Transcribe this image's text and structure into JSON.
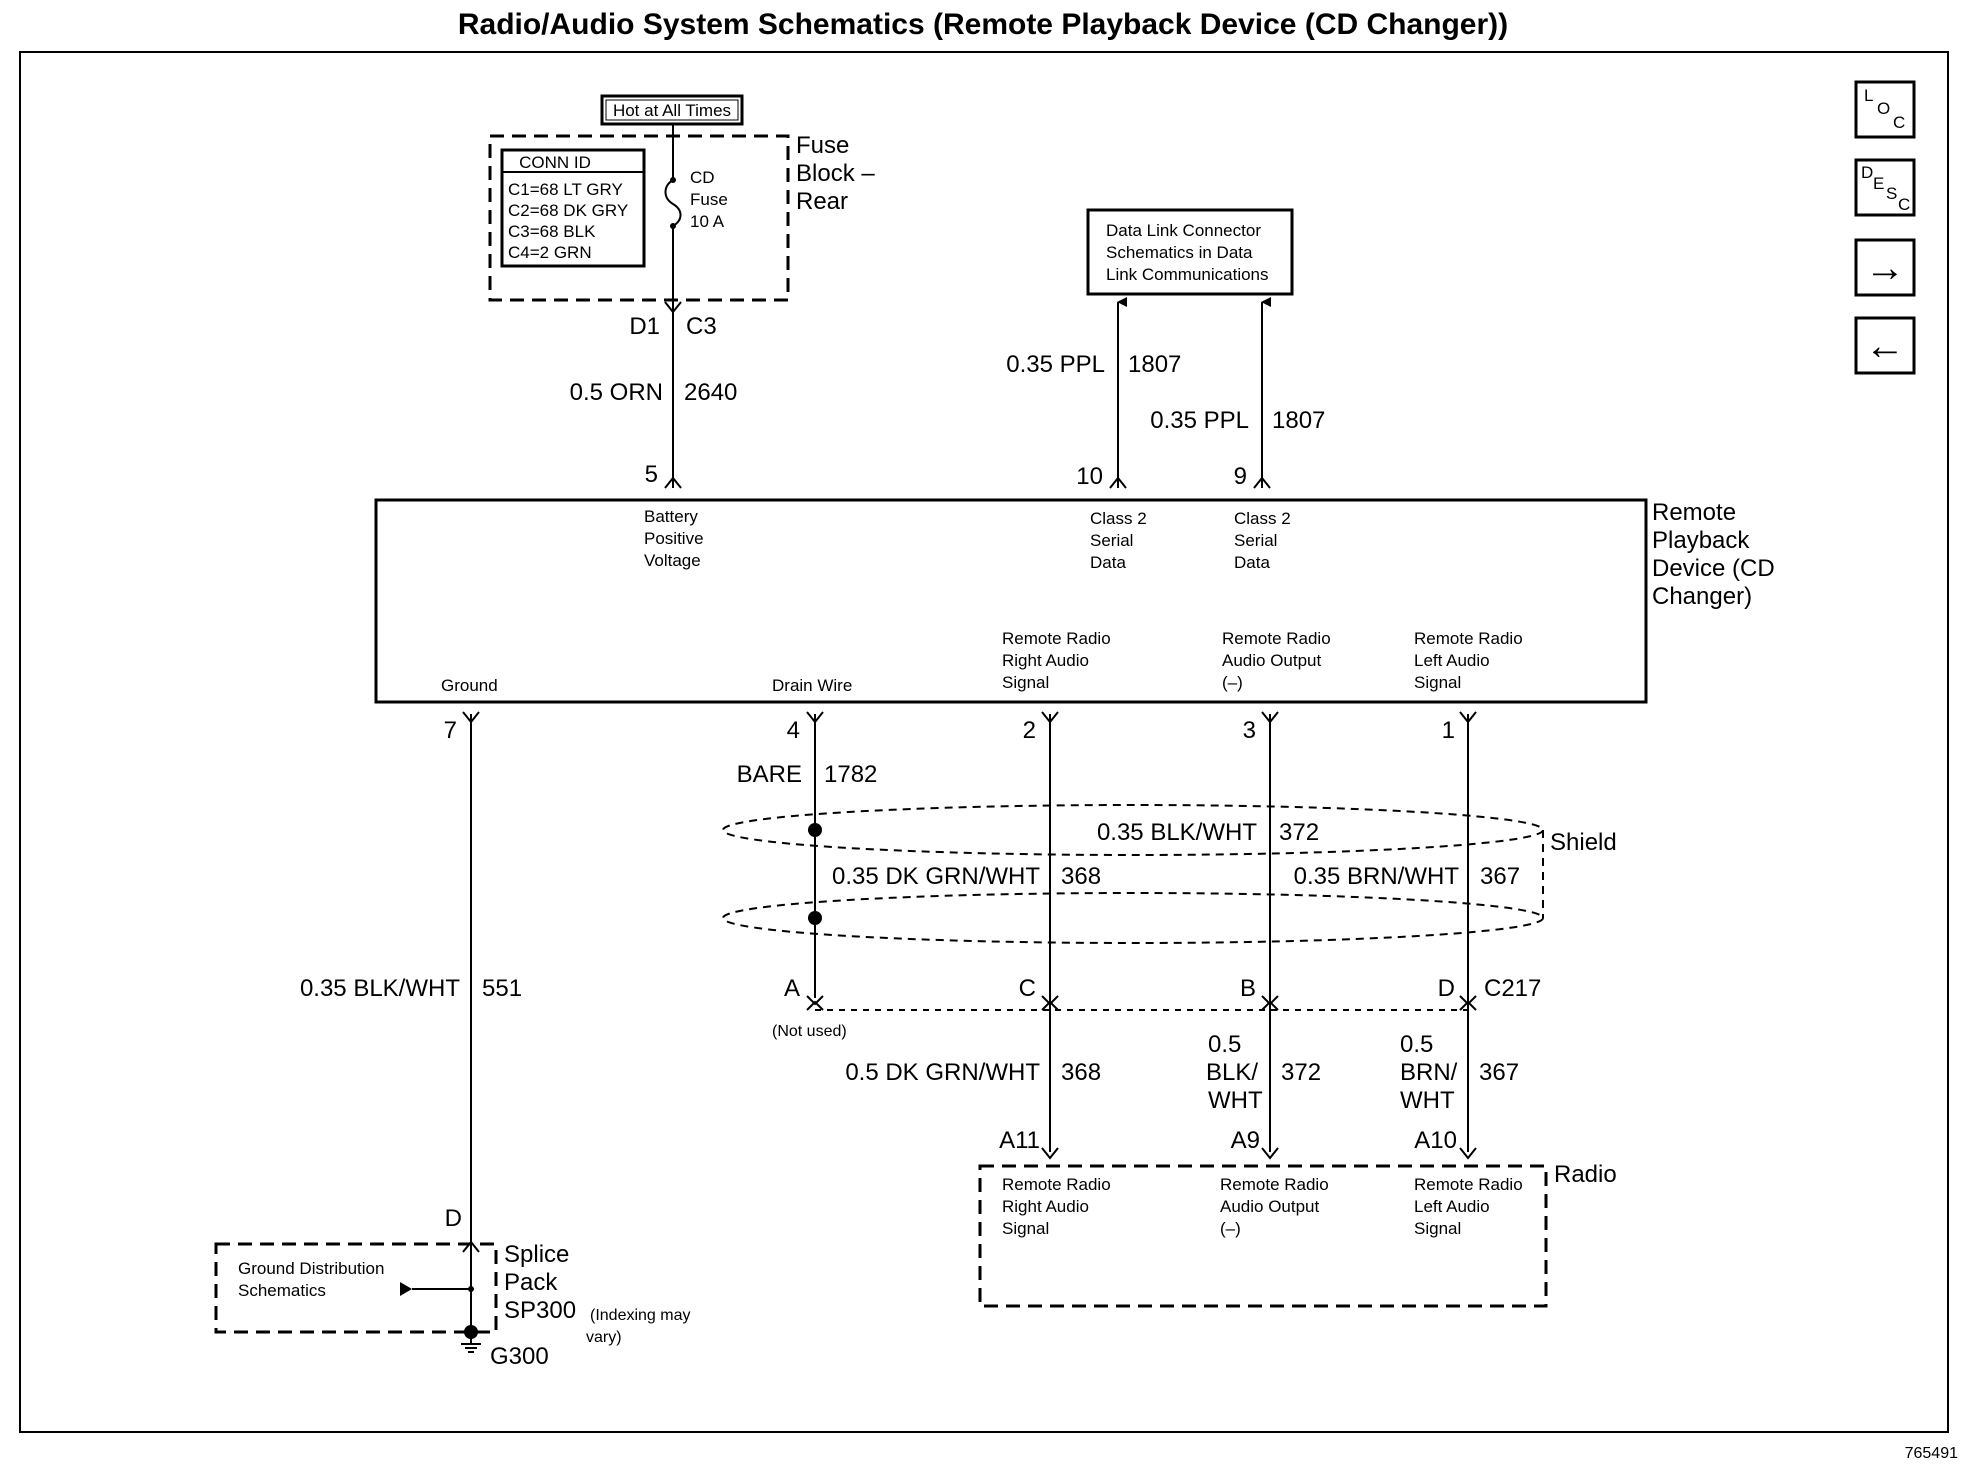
{
  "title": "Radio/Audio System Schematics (Remote Playback Device (CD Changer))",
  "figure_id": "765491",
  "nav": {
    "loc": [
      "L",
      "O",
      "C"
    ],
    "desc": [
      "D",
      "E",
      "S",
      "C"
    ],
    "forward": "→",
    "back": "←"
  },
  "fuse_block": {
    "hot_label": "Hot at All Times",
    "name": [
      "Fuse",
      "Block –",
      "Rear"
    ],
    "conn_id_header": "CONN ID",
    "conn_ids": [
      "C1=68 LT GRY",
      "C2=68 DK GRY",
      "C3=68 BLK",
      "C4=2 GRN"
    ],
    "fuse": [
      "CD",
      "Fuse",
      "10 A"
    ],
    "pin": "D1",
    "connector": "C3"
  },
  "dlc": {
    "lines": [
      "Data Link Connector",
      "Schematics in Data",
      "Link Communications"
    ]
  },
  "device": {
    "name": [
      "Remote",
      "Playback",
      "Device (CD",
      "Changer)"
    ],
    "top_pins": [
      {
        "pin": "5",
        "label": [
          "Battery",
          "Positive",
          "Voltage"
        ],
        "wire_size": "0.5 ORN",
        "circuit": "2640"
      },
      {
        "pin": "10",
        "label": [
          "Class 2",
          "Serial",
          "Data"
        ],
        "wire_size": "0.35 PPL",
        "circuit": "1807"
      },
      {
        "pin": "9",
        "label": [
          "Class 2",
          "Serial",
          "Data"
        ],
        "wire_size": "0.35 PPL",
        "circuit": "1807"
      }
    ],
    "bottom_pins": [
      {
        "pin": "7",
        "label": [
          "Ground"
        ]
      },
      {
        "pin": "4",
        "label": [
          "Drain Wire"
        ]
      },
      {
        "pin": "2",
        "label": [
          "Remote Radio",
          "Right Audio",
          "Signal"
        ]
      },
      {
        "pin": "3",
        "label": [
          "Remote Radio",
          "Audio Output",
          "(–)"
        ]
      },
      {
        "pin": "1",
        "label": [
          "Remote Radio",
          "Left Audio",
          "Signal"
        ]
      }
    ]
  },
  "wires": {
    "ground": {
      "size": "0.35 BLK/WHT",
      "circuit": "551"
    },
    "drain": {
      "size": "BARE",
      "circuit": "1782"
    },
    "shield_black": {
      "size": "0.35 BLK/WHT",
      "circuit": "372"
    },
    "shield_right": {
      "size": "0.35 DK GRN/WHT",
      "circuit": "368"
    },
    "shield_left": {
      "size": "0.35 BRN/WHT",
      "circuit": "367"
    },
    "shield_label": "Shield",
    "lower_right": {
      "size": "0.5 DK GRN/WHT",
      "circuit": "368"
    },
    "lower_out": {
      "size": [
        "0.5",
        "BLK/",
        "WHT"
      ],
      "circuit": "372"
    },
    "lower_left": {
      "size": [
        "0.5",
        "BRN/",
        "WHT"
      ],
      "circuit": "367"
    }
  },
  "c217": {
    "name": "C217",
    "pins": [
      "A",
      "C",
      "B",
      "D"
    ],
    "not_used": "(Not used)"
  },
  "radio": {
    "name": "Radio",
    "pins": [
      "A11",
      "A9",
      "A10"
    ],
    "labels": [
      [
        "Remote Radio",
        "Right Audio",
        "Signal"
      ],
      [
        "Remote Radio",
        "Audio Output",
        "(–)"
      ],
      [
        "Remote Radio",
        "Left Audio",
        "Signal"
      ]
    ]
  },
  "splice": {
    "pin": "D",
    "name": [
      "Splice",
      "Pack",
      "SP300"
    ],
    "note": [
      "(Indexing may",
      "vary)"
    ],
    "ground_dist": [
      "Ground Distribution",
      "Schematics"
    ],
    "ground": "G300"
  }
}
